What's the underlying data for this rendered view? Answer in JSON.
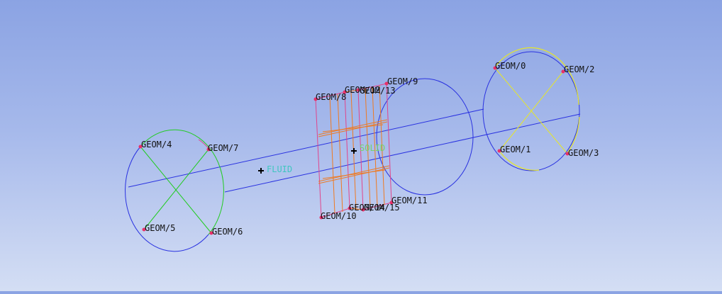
{
  "viewport": {
    "background_top": "#8ba3e3",
    "background_bottom": "#d4def4"
  },
  "colors": {
    "pipe_line": "#2a32e0",
    "left_cross": "#22cc22",
    "right_cross": "#e6e62a",
    "solid_frame": "#e0458c",
    "solid_hatch": "#ee7a22",
    "point": "#e8306a",
    "fluid_label": "#3fc6c0",
    "solid_label": "#77d36a"
  },
  "bodies": {
    "fluid": "FLUID",
    "solid": "SOLID"
  },
  "points": {
    "p0": "GEOM/0",
    "p1": "GEOM/1",
    "p2": "GEOM/2",
    "p3": "GEOM/3",
    "p4": "GEOM/4",
    "p5": "GEOM/5",
    "p6": "GEOM/6",
    "p7": "GEOM/7",
    "p8": "GEOM/8",
    "p9": "GEOM/9",
    "p10": "GEOM/10",
    "p11": "GEOM/11",
    "p12": "GEOM/12",
    "p13": "GEOM/13",
    "p14": "GEOM/14",
    "p15": "GEOM/15"
  }
}
